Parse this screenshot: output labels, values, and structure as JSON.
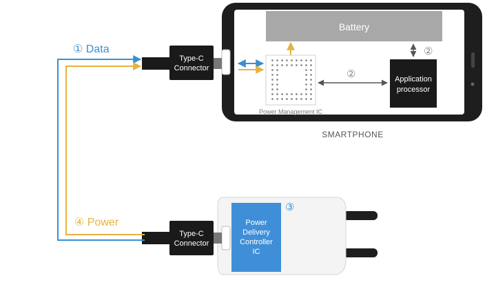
{
  "labels": {
    "data": "① Data",
    "power": "④ Power",
    "battery": "Battery",
    "pmic": "Power Management IC",
    "step2a": "②",
    "step2b": "②",
    "ap_line1": "Application",
    "ap_line2": "processor",
    "smartphone": "SMARTPHONE",
    "typec_top_1": "Type-C",
    "typec_top_2": "Connector",
    "typec_bot_1": "Type-C",
    "typec_bot_2": "Connector",
    "step3": "③",
    "pdc_1": "Power",
    "pdc_2": "Delivery",
    "pdc_3": "Controller",
    "pdc_4": "IC"
  },
  "colors": {
    "data_line": "#3a8fd0",
    "power_line": "#e7b23d",
    "battery_fill": "#a8a8a8",
    "pd_ic_fill": "#3f8fd8",
    "dark_box": "#1a1a1a"
  }
}
